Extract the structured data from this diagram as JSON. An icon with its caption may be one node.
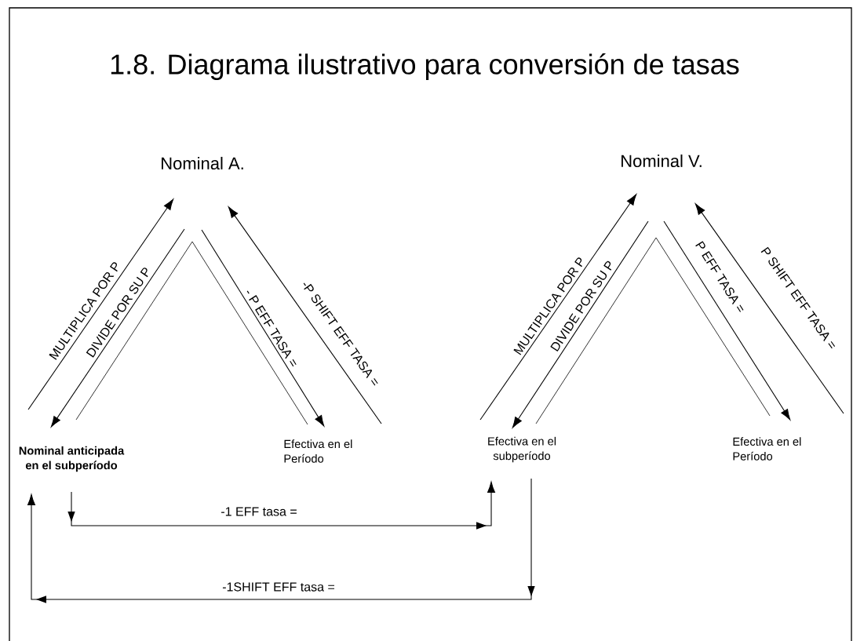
{
  "diagram": {
    "title": "1.8. Diagrama ilustrativo para conversión de tasas",
    "nodes": [
      {
        "text": [
          "Nominal A."
        ]
      },
      {
        "text": [
          "Nominal anticipada en el subperíodo"
        ]
      },
      {
        "text": [
          "Efectiva en el Período"
        ]
      },
      {
        "text": [
          "Nominal V."
        ]
      },
      {
        "text": [
          "Efectiva en el subperíodo"
        ]
      },
      {
        "text": [
          "Efectiva en el Período"
        ]
      }
    ],
    "edges": [
      {
        "from": 1,
        "to": 0,
        "arrow": "to",
        "label": "MULTIPLICA POR P"
      },
      {
        "from": 0,
        "to": 1,
        "arrow": "to",
        "label": "DIVIDE POR SU P"
      },
      {
        "from": 0,
        "to": 2,
        "arrow": "to",
        "label": "- P EFF TASA ="
      },
      {
        "from": 2,
        "to": 0,
        "arrow": "to",
        "label": "-P SHIFT EFF TASA ="
      },
      {
        "from": 4,
        "to": 3,
        "arrow": "to",
        "label": "MULTIPLICA POR P"
      },
      {
        "from": 3,
        "to": 4,
        "arrow": "to",
        "label": "DIVIDE POR SU P"
      },
      {
        "from": 3,
        "to": 5,
        "arrow": "to",
        "label": "P EFF TASA ="
      },
      {
        "from": 5,
        "to": 3,
        "arrow": "to",
        "label": "P SHIFT EFF TASA ="
      },
      {
        "from": 1,
        "to": 4,
        "arrow": "to",
        "label": "-1 EFF tasa ="
      },
      {
        "from": 4,
        "to": 1,
        "arrow": "to",
        "label": "-1SHIFT  EFF tasa ="
      }
    ]
  }
}
